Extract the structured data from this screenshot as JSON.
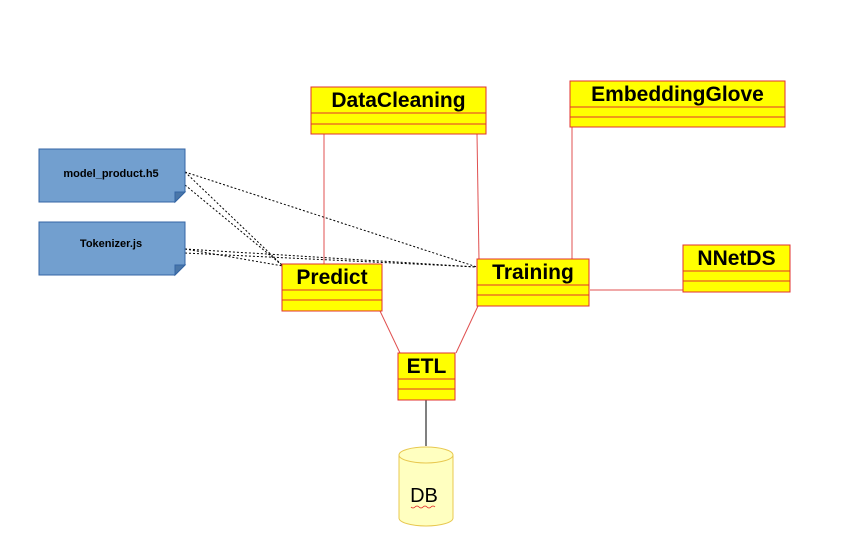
{
  "colors": {
    "class_fill": "#ffff00",
    "class_stroke": "#e03030",
    "connector": "#e05050",
    "document_fill": "#729fcf",
    "document_stroke": "#3465a4",
    "dependency": "#000000",
    "db_fill": "#ffffc0",
    "db_stroke": "#e8c850"
  },
  "classes": {
    "datacleaning": {
      "name": "DataCleaning"
    },
    "embeddingglove": {
      "name": "EmbeddingGlove"
    },
    "predict": {
      "name": "Predict"
    },
    "training": {
      "name": "Training"
    },
    "nnetds": {
      "name": "NNetDS"
    },
    "etl": {
      "name": "ETL"
    }
  },
  "documents": {
    "model_product": {
      "name": "model_product.h5"
    },
    "tokenizer": {
      "name": "Tokenizer.js"
    }
  },
  "database": {
    "name": "DB",
    "icon": "cylinder-icon"
  }
}
